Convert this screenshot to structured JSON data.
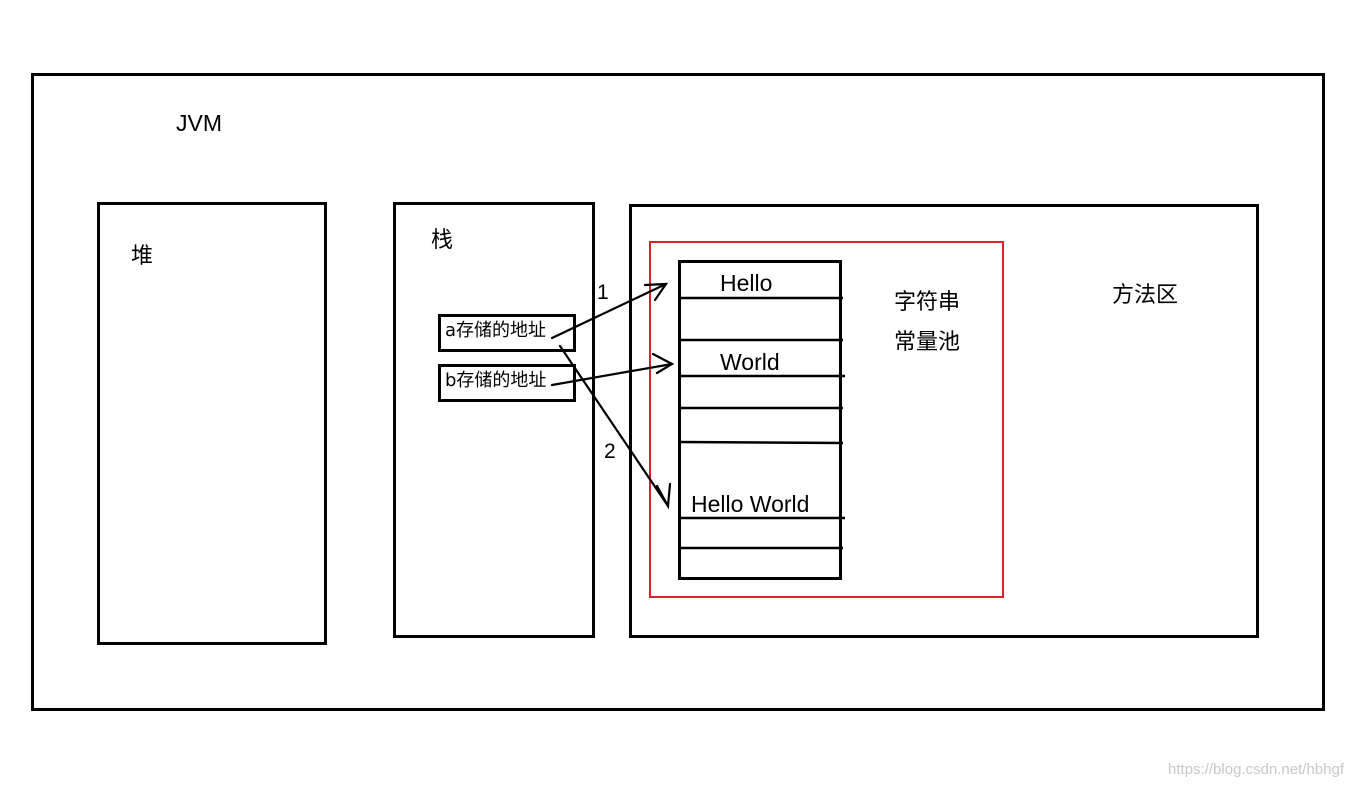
{
  "jvm": {
    "label": "JVM"
  },
  "heap": {
    "label": "堆"
  },
  "stack": {
    "label": "栈",
    "vars": [
      {
        "label": "a存储的地址"
      },
      {
        "label": "b存储的地址"
      }
    ]
  },
  "method_area": {
    "label": "方法区",
    "pool_label_line1": "字符串",
    "pool_label_line2": "常量池",
    "pool_cells": [
      {
        "text": "Hello"
      },
      {
        "text": "World"
      },
      {
        "text": "Hello World"
      }
    ]
  },
  "arrows": [
    {
      "label": "1"
    },
    {
      "label": "2"
    }
  ],
  "colors": {
    "pool_border": "#e0202a"
  },
  "watermark": "https://blog.csdn.net/hbhgf"
}
